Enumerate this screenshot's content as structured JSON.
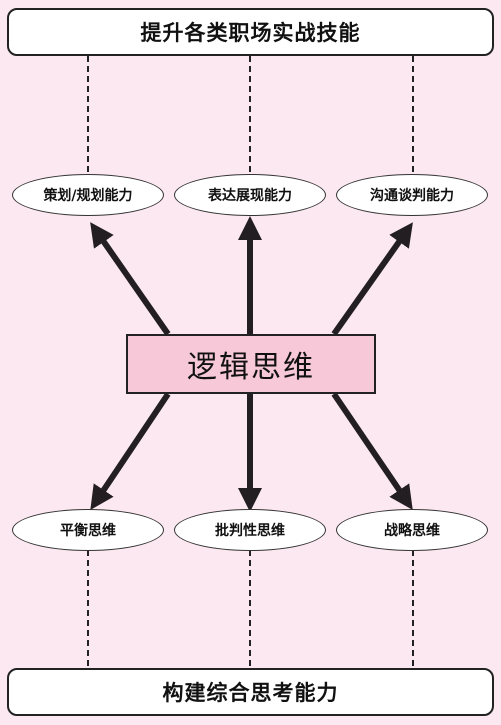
{
  "header": {
    "title": "提升各类职场实战技能"
  },
  "footer": {
    "title": "构建综合思考能力"
  },
  "center": {
    "label": "逻辑思维"
  },
  "top_skills": [
    "策划/规划能力",
    "表达展现能力",
    "沟通谈判能力"
  ],
  "bottom_skills": [
    "平衡思维",
    "批判性思维",
    "战略思维"
  ],
  "colors": {
    "background": "#fce8f0",
    "center_fill": "#f6c8d8",
    "arrow": "#221e22"
  }
}
